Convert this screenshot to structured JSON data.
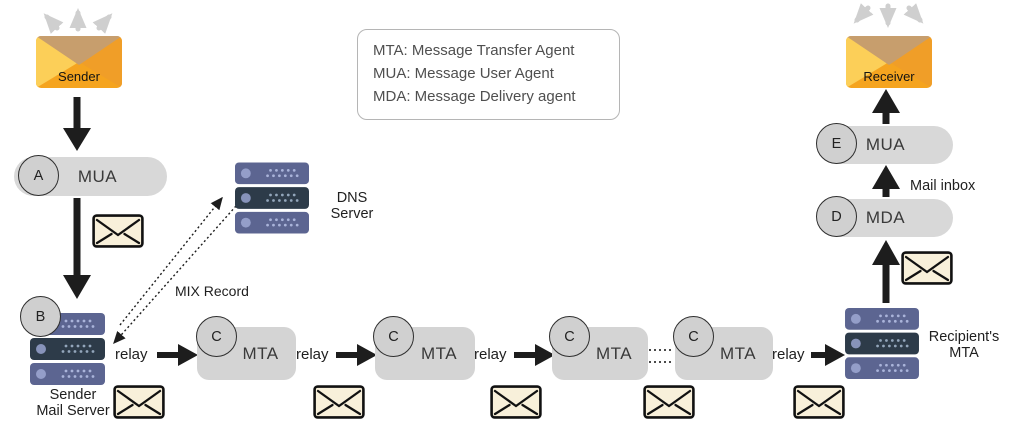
{
  "legend": {
    "lines": [
      "MTA: Message Transfer Agent",
      "MUA: Message User Agent",
      "MDA: Message Delivery agent"
    ]
  },
  "sender": {
    "label": "Sender"
  },
  "receiver": {
    "label": "Receiver"
  },
  "nodes": {
    "mua_sender": {
      "badge": "A",
      "label": "MUA"
    },
    "mail_server": {
      "badge": "B",
      "label_line1": "Sender",
      "label_line2": "Mail Server"
    },
    "dns": {
      "label_line1": "DNS",
      "label_line2": "Server"
    },
    "mta1": {
      "badge": "C",
      "label": "MTA"
    },
    "mta2": {
      "badge": "C",
      "label": "MTA"
    },
    "mta3": {
      "badge": "C",
      "label": "MTA"
    },
    "mta4": {
      "badge": "C",
      "label": "MTA"
    },
    "recipient_mta": {
      "label_line1": "Recipient's",
      "label_line2": "MTA"
    },
    "mda": {
      "badge": "D",
      "label": "MDA"
    },
    "mua_receiver": {
      "badge": "E",
      "label": "MUA"
    }
  },
  "labels": {
    "mix_record": "MIX Record",
    "mail_inbox": "Mail inbox",
    "relays": [
      "relay",
      "relay",
      "relay",
      "relay"
    ]
  },
  "colors": {
    "envelope_orange": "#f5a41f",
    "envelope_left": "#fccf58",
    "envelope_right": "#f09e28",
    "envelope_flap": "#c79e6d",
    "server_light": "#5c6591",
    "server_dark": "#2d3b49",
    "mail_icon_fill": "#f8f0da",
    "node_gray": "#d4d4d4",
    "arrow_black": "#1d1d1d",
    "arrow_gray": "#cfcfcf"
  }
}
